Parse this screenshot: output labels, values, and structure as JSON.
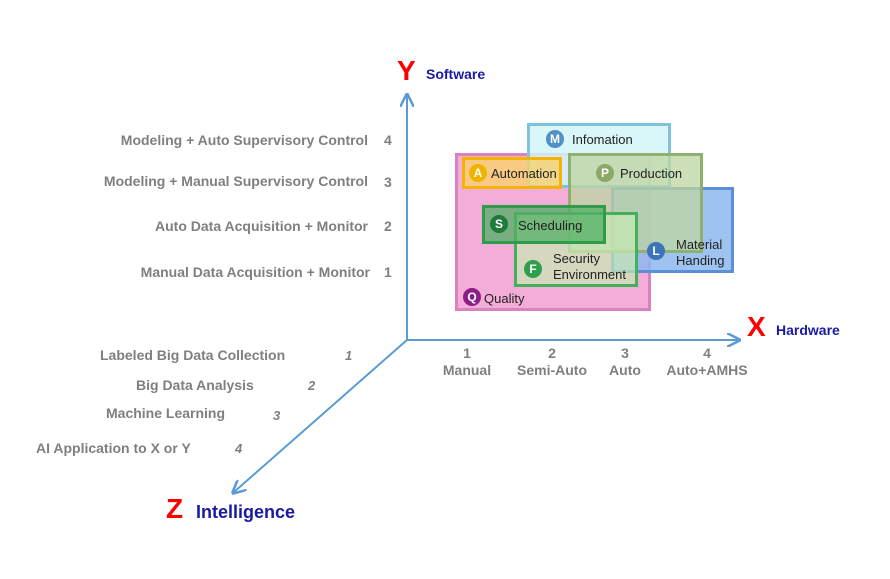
{
  "axes": {
    "y": {
      "letter": "Y",
      "name": "Software"
    },
    "x": {
      "letter": "X",
      "name": "Hardware"
    },
    "z": {
      "letter": "Z",
      "name": "Intelligence"
    }
  },
  "y_levels": [
    {
      "label": "Modeling + Auto Supervisory Control",
      "num": "4"
    },
    {
      "label": "Modeling + Manual Supervisory Control",
      "num": "3"
    },
    {
      "label": "Auto Data Acquisition + Monitor",
      "num": "2"
    },
    {
      "label": "Manual Data Acquisition + Monitor",
      "num": "1"
    }
  ],
  "x_levels": [
    {
      "num": "1",
      "label": "Manual"
    },
    {
      "num": "2",
      "label": "Semi-Auto"
    },
    {
      "num": "3",
      "label": "Auto"
    },
    {
      "num": "4",
      "label": "Auto+AMHS"
    }
  ],
  "z_levels": [
    {
      "label": "Labeled Big Data Collection",
      "num": "1"
    },
    {
      "label": "Big Data Analysis",
      "num": "2"
    },
    {
      "label": "Machine Learning",
      "num": "3"
    },
    {
      "label": "AI Application to X or Y",
      "num": "4"
    }
  ],
  "modules": {
    "quality": {
      "letter": "Q",
      "label": "Quality"
    },
    "infomation": {
      "letter": "M",
      "label": "Infomation"
    },
    "automation": {
      "letter": "A",
      "label": "Automation"
    },
    "production": {
      "letter": "P",
      "label": "Production"
    },
    "scheduling": {
      "letter": "S",
      "label": "Scheduling"
    },
    "material": {
      "letter": "L",
      "label_line1": "Material",
      "label_line2": "Handing"
    },
    "security": {
      "letter": "F",
      "label_line1": "Security",
      "label_line2": "Environment"
    }
  },
  "colors": {
    "axis": "#5b9bd5",
    "axis_letter": "#ff0000",
    "axis_name": "#1a1aa0",
    "level_text": "#7f7f7f"
  }
}
